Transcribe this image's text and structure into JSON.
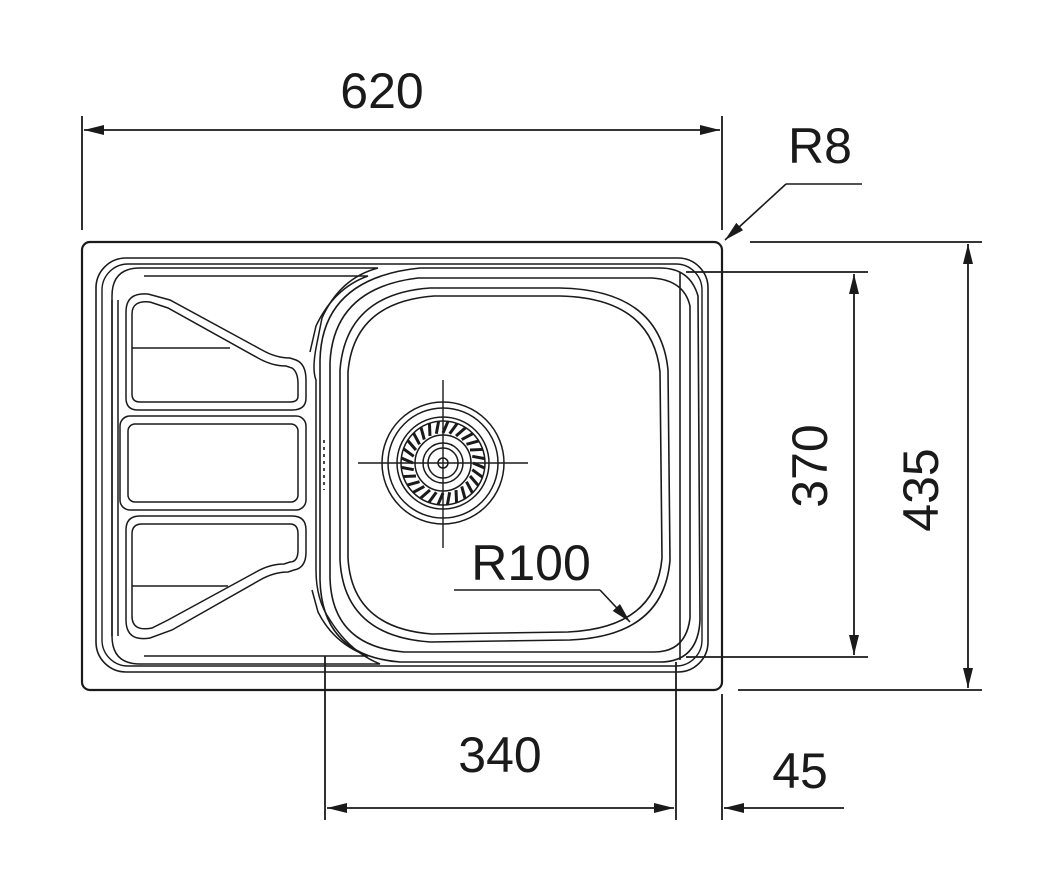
{
  "drawing": {
    "colors": {
      "line": "#1a1a1a",
      "background": "#ffffff"
    },
    "dimensions": {
      "overall_width": "620",
      "overall_depth": "435",
      "bowl_depth": "370",
      "bowl_width": "340",
      "bowl_offset": "45",
      "corner_radius": "R8",
      "bowl_radius": "R100"
    }
  }
}
